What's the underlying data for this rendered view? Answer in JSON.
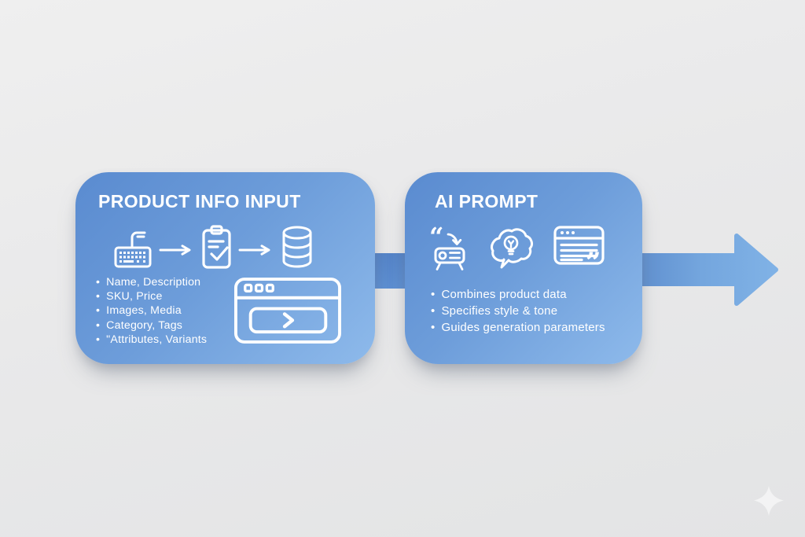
{
  "diagram": {
    "cards": [
      {
        "title": "PRODUCT INFO INPUT",
        "icons": [
          "keyboard-icon",
          "arrow-right-icon",
          "clipboard-check-icon",
          "arrow-right-icon",
          "database-icon",
          "browser-chevron-icon"
        ],
        "bullets": [
          "Name, Description",
          "SKU, Price",
          "Images, Media",
          "Category, Tags",
          "\"Attributes, Variants"
        ]
      },
      {
        "title": "AI PROMPT",
        "icons": [
          "quote-prompt-icon",
          "lightbulb-thought-icon",
          "document-quote-icon"
        ],
        "bullets": [
          "Combines product data",
          "Specifies style & tone",
          "Guides generation parameters"
        ]
      }
    ],
    "flow": {
      "direction": "right"
    },
    "colors": {
      "background": "#e9e9ea",
      "card_gradient_start": "#5a8bd0",
      "card_gradient_end": "#8ebaeb",
      "connector": "#5886ca",
      "arrow_start": "#6191d0",
      "arrow_end": "#80b2e6",
      "text": "#ffffff"
    }
  }
}
